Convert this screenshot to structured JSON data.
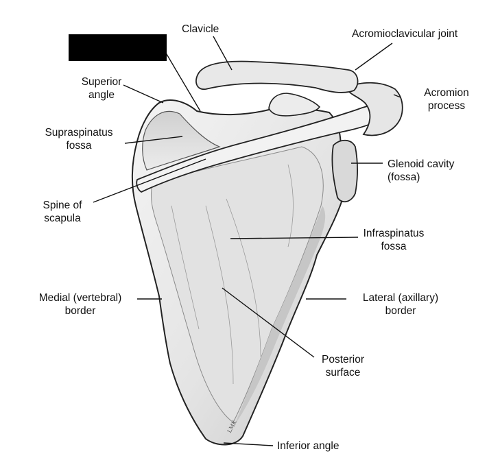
{
  "diagram": {
    "labels": {
      "clavicle": [
        "Clavicle"
      ],
      "acromioclavicular_joint": [
        "Acromioclavicular joint"
      ],
      "superior_angle": [
        "Superior",
        "angle"
      ],
      "acromion_process": [
        "Acromion",
        "process"
      ],
      "supraspinatus_fossa": [
        "Supraspinatus",
        "fossa"
      ],
      "glenoid_cavity": [
        "Glenoid cavity",
        "(fossa)"
      ],
      "spine_of_scapula": [
        "Spine of",
        "scapula"
      ],
      "infraspinatus_fossa": [
        "Infraspinatus",
        "fossa"
      ],
      "medial_border": [
        "Medial (vertebral)",
        "border"
      ],
      "lateral_border": [
        "Lateral (axillary)",
        "border"
      ],
      "posterior_surface": [
        "Posterior",
        "surface"
      ],
      "inferior_angle": [
        "Inferior angle"
      ]
    },
    "signature": "LMK",
    "redacted_label": "",
    "colors": {
      "bone_fill": "#ececec",
      "bone_shade": "#c8c8c8",
      "outline": "#222222",
      "leader": "#111111",
      "redaction": "#000000"
    }
  }
}
